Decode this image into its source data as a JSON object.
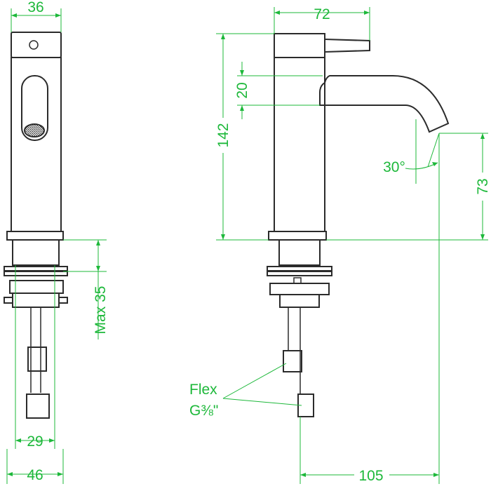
{
  "colors": {
    "object_line": "#2b2b2b",
    "dimension_line": "#1db83a",
    "background": "#ffffff"
  },
  "dimensions": {
    "front_top_width": "36",
    "front_thread_width": "29",
    "front_base_width": "46",
    "max_mount_thickness": "Max 35",
    "side_top_width": "72",
    "spout_thickness": "20",
    "total_height": "142",
    "spout_angle": "30°",
    "spout_outlet_height": "73",
    "spout_reach": "105"
  },
  "callouts": {
    "flex_line1": "Flex",
    "flex_line2": "G⅜\""
  }
}
